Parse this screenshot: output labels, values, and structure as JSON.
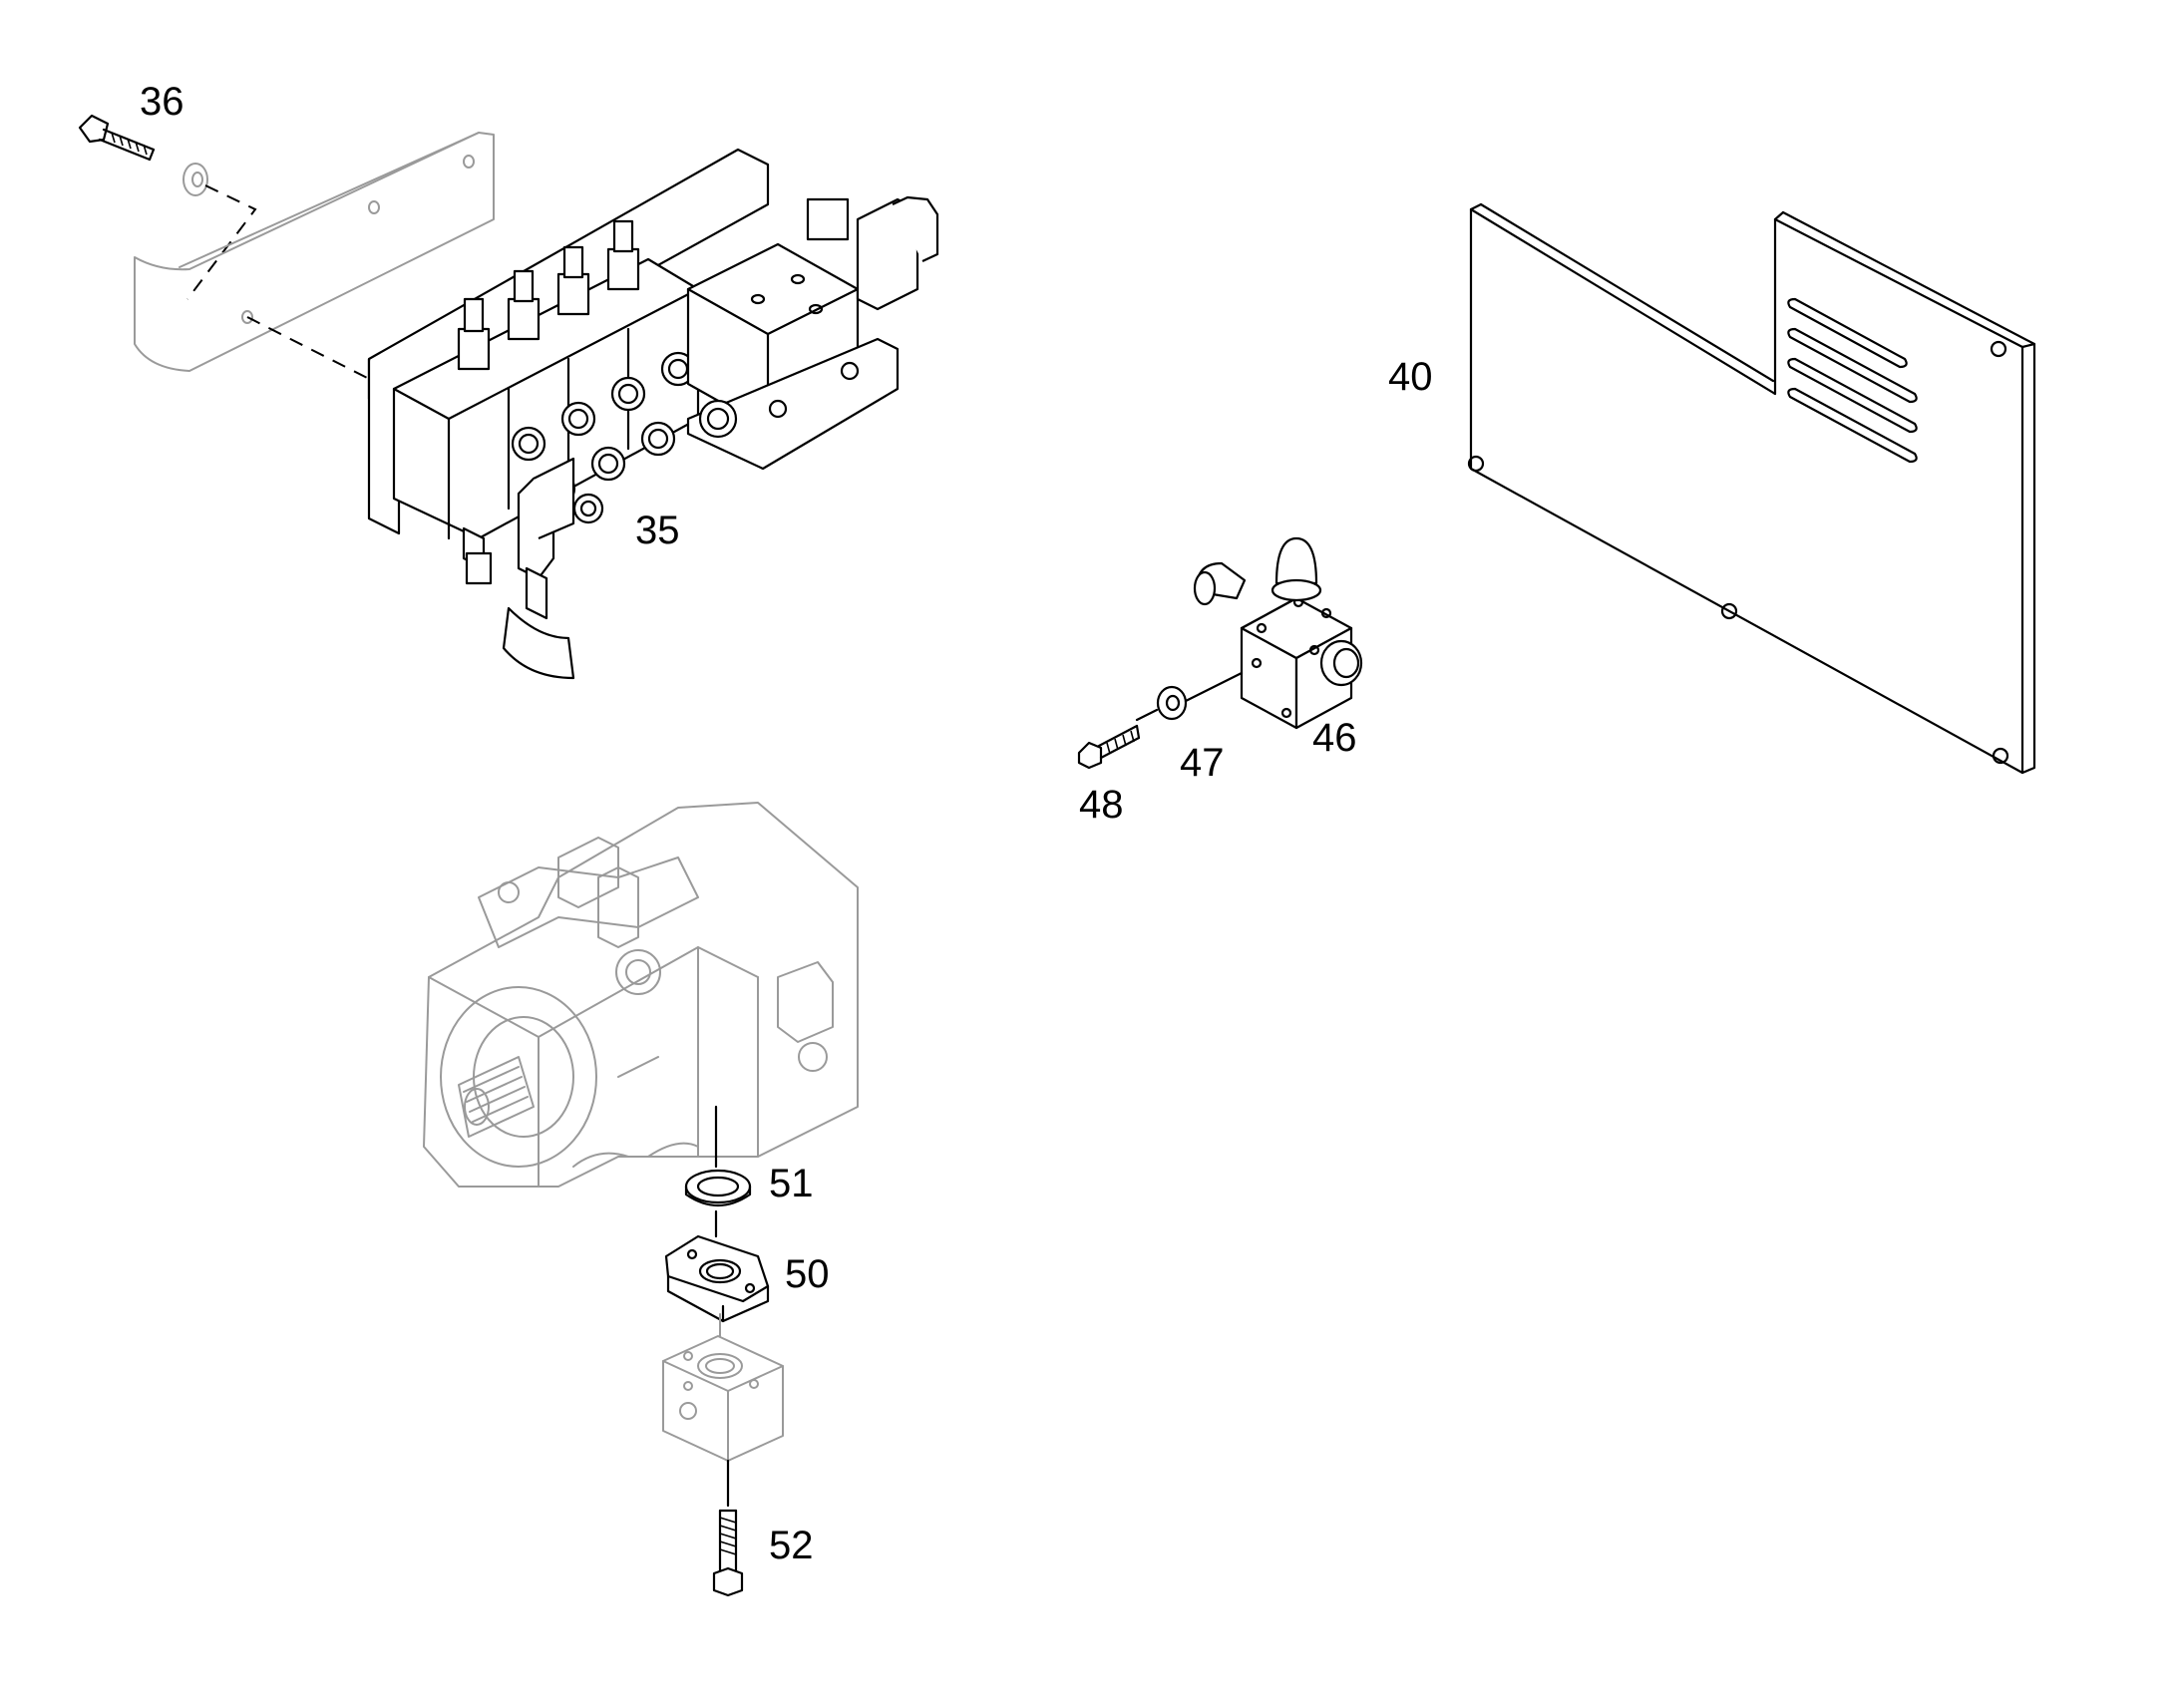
{
  "diagram": {
    "callouts": [
      {
        "id": "36",
        "label": "36"
      },
      {
        "id": "35",
        "label": "35"
      },
      {
        "id": "40",
        "label": "40"
      },
      {
        "id": "46",
        "label": "46"
      },
      {
        "id": "47",
        "label": "47"
      },
      {
        "id": "48",
        "label": "48"
      },
      {
        "id": "51",
        "label": "51"
      },
      {
        "id": "50",
        "label": "50"
      },
      {
        "id": "52",
        "label": "52"
      }
    ]
  }
}
